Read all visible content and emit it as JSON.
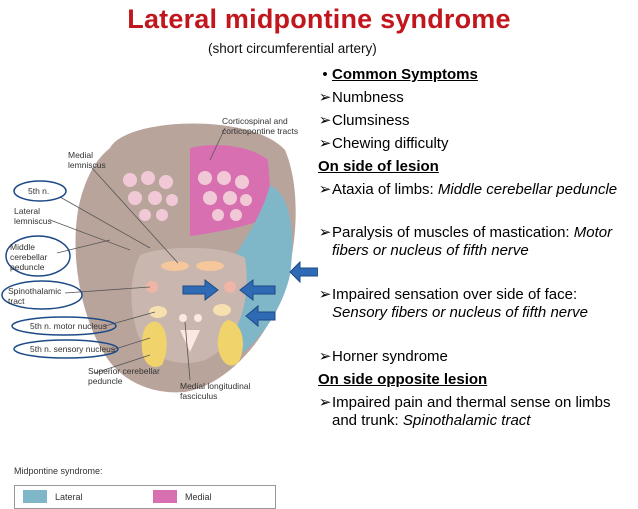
{
  "title": "Lateral midpontine syndrome",
  "subtitle": "(short circumferential artery)",
  "diagram": {
    "labels": {
      "corticospinal": "Corticospinal and\ncorticopontine tracts",
      "medial_lemniscus": "Medial\nlemniscus",
      "fifth_n": "5th n.",
      "lateral_lemniscus": "Lateral\nlemniscus",
      "middle_cerebellar": "Middle\ncerebellar\npeduncle",
      "spinothalamic": "Spinothalamic\ntract",
      "motor_nucleus": "5th n. motor nucleus",
      "sensory_nucleus": "5th n. sensory nucleus",
      "superior_cerebellar": "Superior cerebellar\npeduncle",
      "mlf": "Medial longitudinal\nfasciculus"
    },
    "legend": {
      "title": "Midpontine syndrome:",
      "items": [
        {
          "label": "Lateral",
          "color": "#7fb6c8"
        },
        {
          "label": "Medial",
          "color": "#d86fb0"
        }
      ]
    }
  },
  "content": {
    "common_symptoms": "Common Symptoms",
    "symptoms": [
      "Numbness",
      "Clumsiness",
      "Chewing difficulty"
    ],
    "side_of_lesion_header": "On side of lesion",
    "side_items": [
      {
        "text": "Ataxia of limbs: ",
        "italic": "Middle cerebellar peduncle"
      },
      {
        "text": "Paralysis of muscles of mastication: ",
        "italic": "Motor fibers or nucleus of fifth nerve"
      },
      {
        "text": "Impaired sensation over side of face: ",
        "italic": "Sensory fibers or nucleus of fifth nerve"
      },
      {
        "text": "Horner syndrome",
        "italic": ""
      }
    ],
    "opposite_header": "On side opposite lesion",
    "opposite_items": [
      {
        "text": "Impaired pain and thermal sense on limbs and trunk: ",
        "italic": "Spinothalamic tract"
      }
    ]
  },
  "colors": {
    "title": "#c0161c",
    "arrow": "#2f6bb5",
    "lateral": "#7fb6c8",
    "medial": "#d86fb0",
    "pons": "#b9a49c"
  }
}
